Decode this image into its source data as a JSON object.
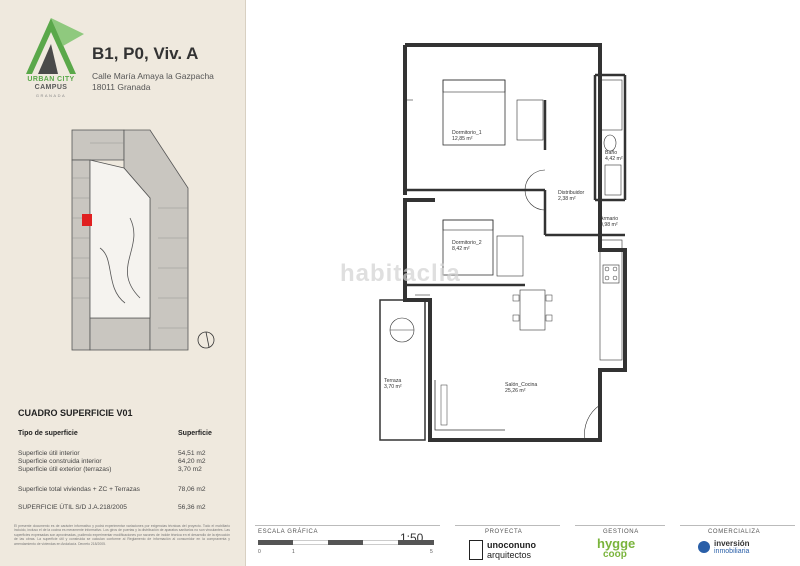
{
  "brand": {
    "line1": "URBAN CITY",
    "line2": "CAMPUS",
    "line3": "GRANADA",
    "accent": "#5aa84a"
  },
  "unit": {
    "title": "B1, P0, Viv. A",
    "address_line1": "Calle María Amaya la Gazpacha",
    "address_line2": "18011 Granada"
  },
  "table": {
    "title": "CUADRO SUPERFICIE V01",
    "header_left": "Tipo de superficie",
    "header_right": "Superficie",
    "rows": [
      {
        "label": "Superficie útil interior",
        "value": "54,51 m2"
      },
      {
        "label": "Superficie construida interior",
        "value": "64,20 m2"
      },
      {
        "label": "Superficie útil exterior (terrazas)",
        "value": "3,70 m2"
      },
      {
        "label": "Superficie total viviendas + ZC + Terrazas",
        "value": "78,06 m2"
      },
      {
        "label": "SUPERFICIE ÚTIL S/D J.A.218/2005",
        "value": "56,36 m2"
      }
    ]
  },
  "disclaimer": "El presente documento es de carácter informativo y podrá experimentar variaciones por exigencias técnicas del proyecto. Todo el mobiliario incluido, incluso el de la cocina es meramente informativo. Los giros de puertas y la distribución de aparatos sanitarios no son vinculantes. Las superficies expresadas son aproximadas, pudiendo experimentar modificaciones por razones de índole técnica en el desarrollo de la ejecución de las obras. La superficie útil y construida se calculan conforme al Reglamento de información al consumidor en la compraventa y arrendamiento de viviendas en Andalucía. Decreto 218/2005.",
  "rooms": {
    "dorm1_name": "Dormitorio_1",
    "dorm1_area": "12,85 m²",
    "bano_name": "Baño",
    "bano_area": "4,42 m²",
    "distribuidor_name": "Distribuidor",
    "distribuidor_area": "2,38 m²",
    "armario_name": "Armario",
    "armario_area": "0,98 m²",
    "dorm2_name": "Dormitorio_2",
    "dorm2_area": "8,42 m²",
    "terraza_name": "Terraza",
    "terraza_area": "3,70 m²",
    "salon_name": "Salón_Cocina",
    "salon_area": "25,26 m²"
  },
  "watermark": "habitaclia",
  "footer": {
    "scale_label": "ESCALA GRÁFICA",
    "scale_ratio": "1:50",
    "scale_0": "0",
    "scale_1": "1",
    "scale_5": "5",
    "proyecta_label": "PROYECTA",
    "proyecta_name1": "unoconuno",
    "proyecta_name2": "arquitectos",
    "gestiona_label": "GESTIONA",
    "gestiona_name1": "hygge",
    "gestiona_name2": "coop",
    "comercializa_label": "COMERCIALIZA",
    "comercializa_name1": "inversión",
    "comercializa_name2": "inmobiliaria"
  }
}
